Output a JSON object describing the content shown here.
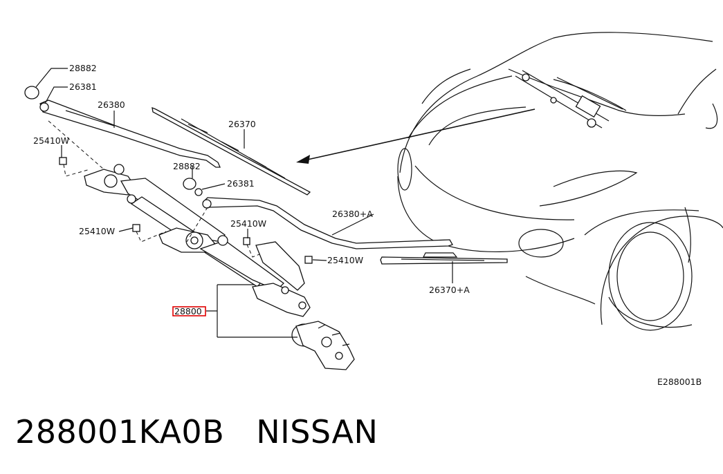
{
  "diagram": {
    "callouts": {
      "cap_top": "28882",
      "nut_top": "26381",
      "arm_top": "26380",
      "blade_top": "26370",
      "cap_mid": "28882",
      "nut_mid": "26381",
      "bolt_left_top": "25410W",
      "bolt_left_mid": "25410W",
      "bolt_mid": "25410W",
      "bolt_right": "25410W",
      "arm_a": "26380+A",
      "blade_a": "26370+A",
      "motor_link": "28800"
    },
    "highlight_color": "#e00000",
    "figure_code": "E288001B"
  },
  "caption": {
    "part_number": "288001KA0B",
    "brand": "NISSAN"
  }
}
